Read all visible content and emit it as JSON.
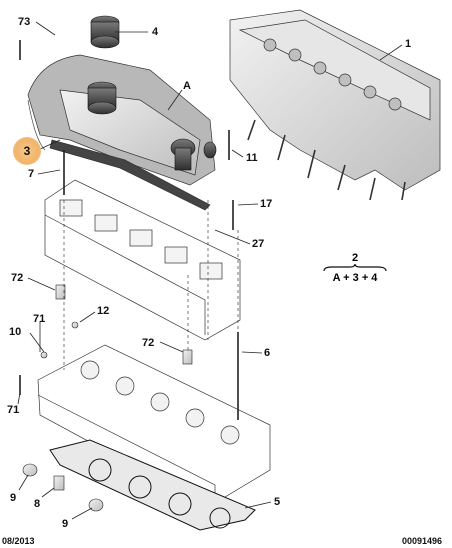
{
  "callouts": {
    "c73": "73",
    "c4": "4",
    "c1": "1",
    "cA": "A",
    "c3": "3",
    "c7": "7",
    "c11": "11",
    "c17": "17",
    "c27": "27",
    "c72a": "72",
    "c12": "12",
    "c10": "10",
    "c71a": "71",
    "c72b": "72",
    "c6": "6",
    "c71b": "71",
    "c9a": "9",
    "c8": "8",
    "c9b": "9",
    "c5": "5"
  },
  "formula": {
    "top": "2",
    "bottom": "A + 3 + 4"
  },
  "footer": {
    "date": "08/2013",
    "ref": "00091496"
  },
  "colors": {
    "highlight": "#f1b46a",
    "line": "#222222",
    "part_fill": "#d9d9d9",
    "part_dark": "#8a8a8a"
  }
}
